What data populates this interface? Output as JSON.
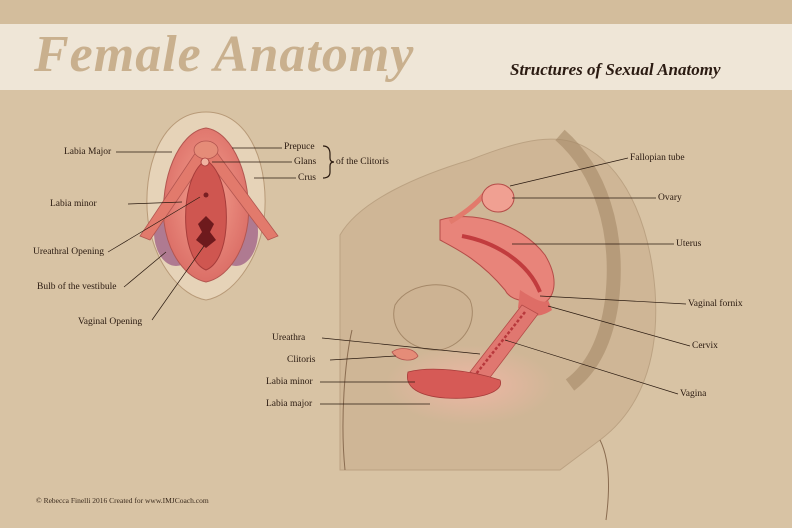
{
  "header": {
    "title": "Female Anatomy",
    "subtitle": "Structures of Sexual Anatomy"
  },
  "external_labels": {
    "labia_major": "Labia Major",
    "labia_minor": "Labia minor",
    "urethral_opening": "Ureathral Opening",
    "bulb_vestibule": "Bulb of the vestibule",
    "vaginal_opening": "Vaginal Opening",
    "prepuce": "Prepuce",
    "glans": "Glans",
    "crus": "Crus",
    "clitoris_group": "of the Clitoris"
  },
  "internal_labels": {
    "fallopian_tube": "Fallopian tube",
    "ovary": "Ovary",
    "uterus": "Uterus",
    "vaginal_fornix": "Vaginal fornix",
    "cervix": "Cervix",
    "vagina": "Vagina",
    "urethra": "Ureathra",
    "clitoris": "Clitoris",
    "labia_minor": "Labia minor",
    "labia_major": "Labia major"
  },
  "footer": {
    "credit": "© Rebecca Finelli 2016   Created for www.IMJCoach.com"
  },
  "colors": {
    "background": "#d8c3a4",
    "title_band": "#efe6d7",
    "title_text": "#c9b08e",
    "tissue_pink": "#e8847a",
    "tissue_red": "#c84848",
    "bulb_purple": "#a56a8a"
  }
}
